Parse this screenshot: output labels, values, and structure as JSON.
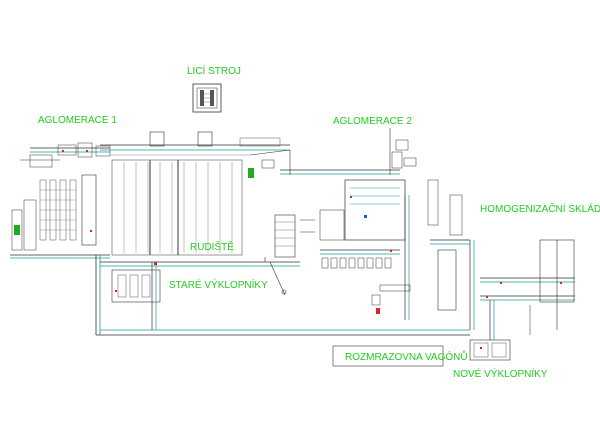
{
  "labels": {
    "lici_stroj": "LICÍ STROJ",
    "aglomerace1": "AGLOMERACE 1",
    "aglomerace2": "AGLOMERACE 2",
    "rudiste": "RUDIŠTĚ",
    "stare_vyklopniky": "STARÉ VÝKLOPNÍKY",
    "homogenizacni_skladka": "HOMOGENIZAČNÍ SKLÁDKA",
    "rozmrazovna_vagonu": "ROZMRAZOVNA VAGÓNŮ",
    "nove_vyklopniky": "NOVÉ VÝKLOPNÍKY"
  },
  "colors": {
    "label": "#22cc22",
    "conveyor_dark": "#333333",
    "conveyor_grey": "#888888",
    "conveyor_teal": "#1a9a9a",
    "marker_red": "#dd2222",
    "marker_blue": "#2255dd",
    "accent_green": "#22aa22"
  }
}
